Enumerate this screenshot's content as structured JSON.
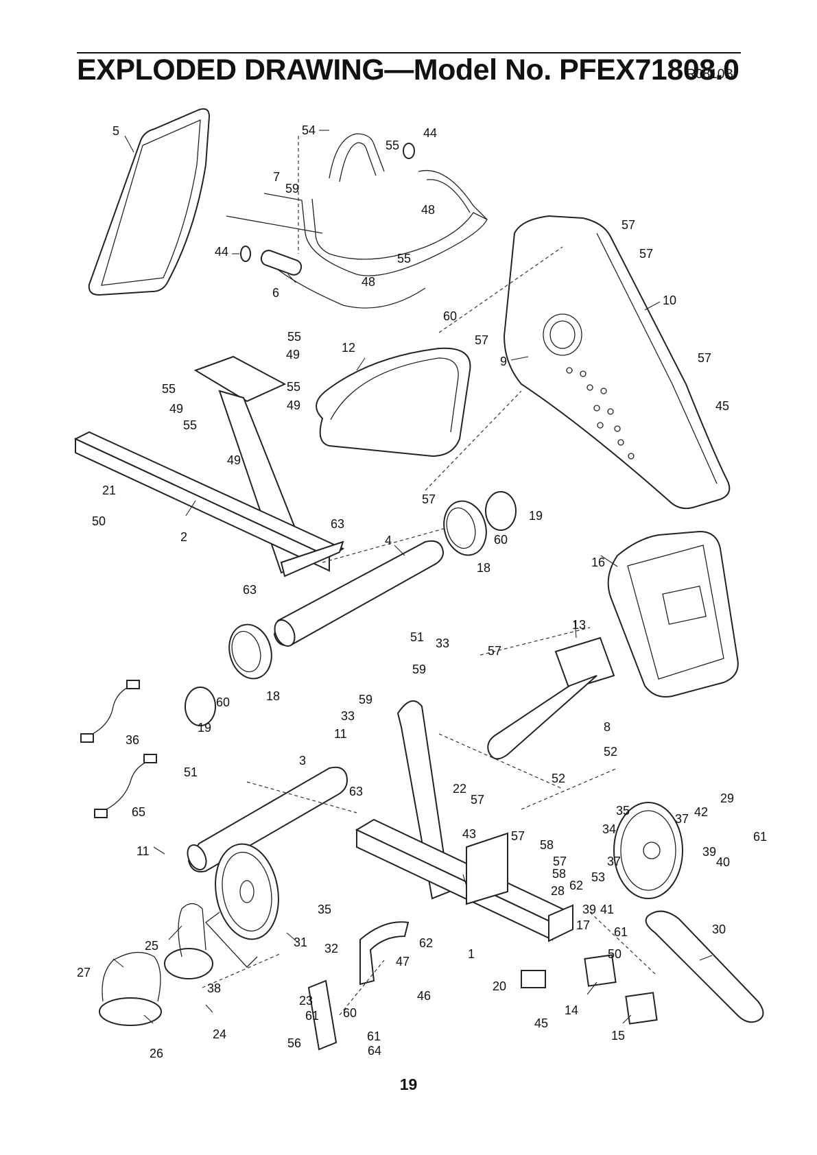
{
  "header": {
    "title": "EXPLODED DRAWING—Model No. PFEX71808.0",
    "code": "R0810B"
  },
  "footer": {
    "page_number": "19"
  },
  "callouts": [
    "5",
    "54",
    "44",
    "55",
    "7",
    "59",
    "48",
    "55",
    "44",
    "6",
    "48",
    "60",
    "57",
    "57",
    "10",
    "57",
    "9",
    "57",
    "45",
    "55",
    "49",
    "12",
    "55",
    "49",
    "55",
    "49",
    "55",
    "49",
    "21",
    "50",
    "57",
    "19",
    "60",
    "2",
    "63",
    "4",
    "18",
    "16",
    "63",
    "51",
    "33",
    "13",
    "57",
    "59",
    "18",
    "60",
    "59",
    "19",
    "36",
    "33",
    "11",
    "8",
    "52",
    "52",
    "3",
    "51",
    "22",
    "57",
    "63",
    "65",
    "35",
    "29",
    "42",
    "37",
    "43",
    "57",
    "58",
    "34",
    "61",
    "11",
    "39",
    "57",
    "58",
    "40",
    "37",
    "53",
    "62",
    "28",
    "35",
    "39",
    "41",
    "61",
    "17",
    "30",
    "25",
    "31",
    "62",
    "32",
    "47",
    "50",
    "27",
    "1",
    "38",
    "20",
    "46",
    "23",
    "60",
    "14",
    "61",
    "45",
    "61",
    "15",
    "56",
    "24",
    "26",
    "64"
  ]
}
